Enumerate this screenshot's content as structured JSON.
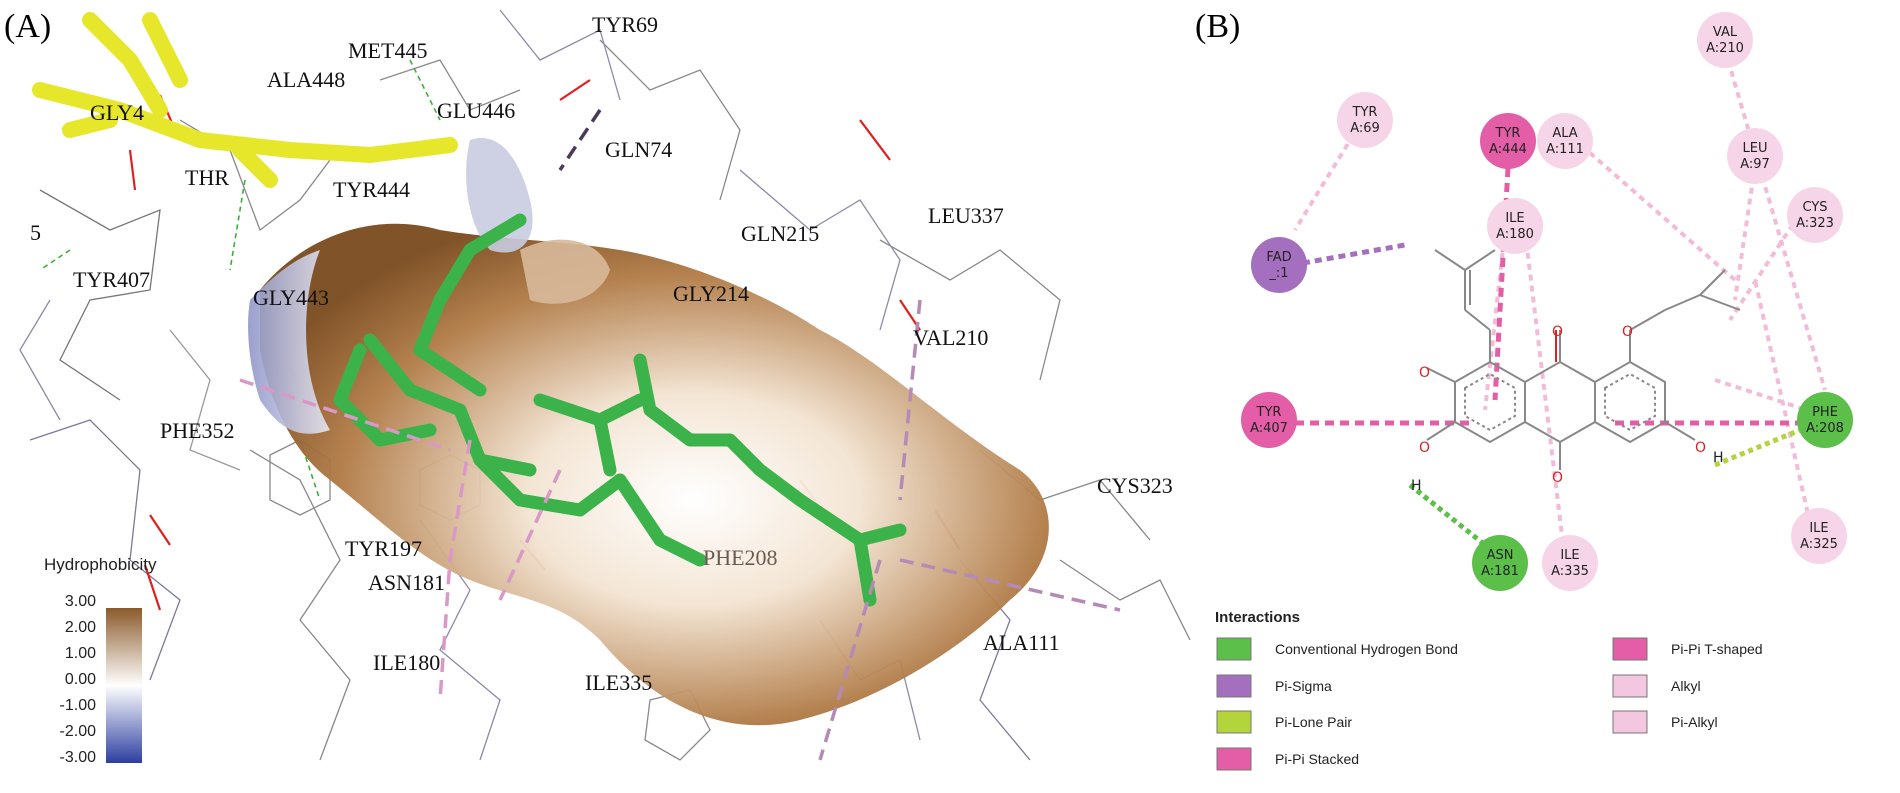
{
  "panel_a": {
    "label": "(A)",
    "residue_labels": [
      "TYR69",
      "MET445",
      "ALA448",
      "GLU446",
      "GLN74",
      "GLY4",
      "THR",
      "TYR444",
      "GLN215",
      "LEU337",
      "GLY214",
      "TYR407",
      "GLY443",
      "VAL210",
      "PHE352",
      "CYS323",
      "TYR197",
      "ASN181",
      "PHE208",
      "ALA111",
      "ILE180",
      "ILE335",
      "5"
    ],
    "hydrophobicity_legend": {
      "title": "Hydrophobicity",
      "ticks": [
        "3.00",
        "2.00",
        "1.00",
        "0.00",
        "-1.00",
        "-2.00",
        "-3.00"
      ],
      "colors": {
        "high": "#8b5a2b",
        "mid": "#ffffff",
        "low": "#2c3fa0"
      }
    },
    "colors": {
      "ligand": "#3cb34a",
      "reference_ligand": "#e6e62a",
      "surface_hydrophobic": "#8b5a2b",
      "surface_hydrophilic": "#9aa0c8"
    }
  },
  "panel_b": {
    "label": "(B)",
    "residues": [
      {
        "id": "val210",
        "line1": "VAL",
        "line2": "A:210",
        "type": "alkyl"
      },
      {
        "id": "tyr69",
        "line1": "TYR",
        "line2": "A:69",
        "type": "alkyl"
      },
      {
        "id": "tyr444",
        "line1": "TYR",
        "line2": "A:444",
        "type": "pi-pi"
      },
      {
        "id": "ala111",
        "line1": "ALA",
        "line2": "A:111",
        "type": "alkyl"
      },
      {
        "id": "leu97",
        "line1": "LEU",
        "line2": "A:97",
        "type": "alkyl"
      },
      {
        "id": "cys323",
        "line1": "CYS",
        "line2": "A:323",
        "type": "alkyl"
      },
      {
        "id": "ile180",
        "line1": "ILE",
        "line2": "A:180",
        "type": "alkyl"
      },
      {
        "id": "fad",
        "line1": "FAD",
        "line2": "_:1",
        "type": "pi-sigma"
      },
      {
        "id": "tyr407",
        "line1": "TYR",
        "line2": "A:407",
        "type": "pi-pi"
      },
      {
        "id": "phe208",
        "line1": "PHE",
        "line2": "A:208",
        "type": "hbond"
      },
      {
        "id": "asn181",
        "line1": "ASN",
        "line2": "A:181",
        "type": "hbond"
      },
      {
        "id": "ile335",
        "line1": "ILE",
        "line2": "A:335",
        "type": "alkyl"
      },
      {
        "id": "ile325",
        "line1": "ILE",
        "line2": "A:325",
        "type": "alkyl"
      }
    ],
    "atom_labels": {
      "oxygen": "O",
      "hydrogen": "H"
    },
    "legend": {
      "title": "Interactions",
      "items": [
        {
          "label": "Conventional Hydrogen Bond",
          "color": "#5cbf4a"
        },
        {
          "label": "Pi-Sigma",
          "color": "#a46fbe"
        },
        {
          "label": "Pi-Lone Pair",
          "color": "#b4d43c"
        },
        {
          "label": "Pi-Pi Stacked",
          "color": "#e35ea6"
        },
        {
          "label": "Pi-Pi T-shaped",
          "color": "#e35ea6"
        },
        {
          "label": "Alkyl",
          "color": "#f2c7df"
        },
        {
          "label": "Pi-Alkyl",
          "color": "#f2c7df"
        }
      ]
    }
  }
}
